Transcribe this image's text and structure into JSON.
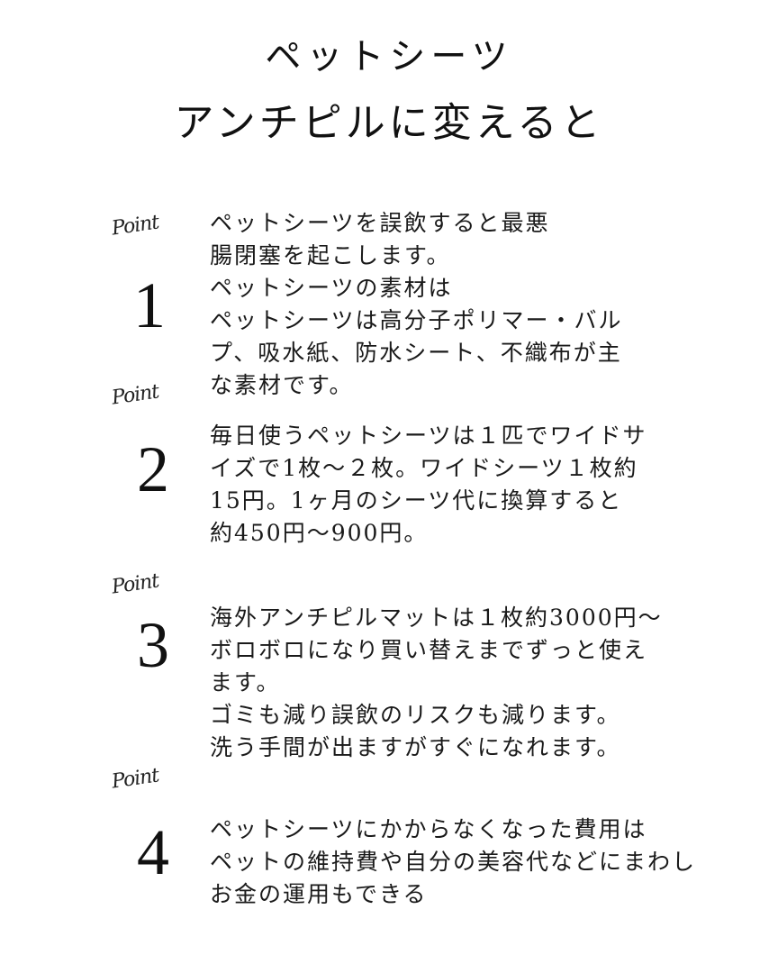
{
  "title": {
    "line1": "ペットシーツ",
    "line2": "アンチピルに変えると"
  },
  "point_label": "Point",
  "points": [
    {
      "number": "1",
      "lines": [
        "ペットシーツを誤飲すると最悪",
        "腸閉塞を起こします。",
        "ペットシーツの素材は",
        "ペットシーツは高分子ポリマー・バル",
        "プ、吸水紙、防水シート、不織布が主",
        "な素材です。"
      ]
    },
    {
      "number": "2",
      "lines": [
        "毎日使うペットシーツは１匹でワイドサ",
        "イズで1枚〜２枚。ワイドシーツ１枚約",
        "15円。1ヶ月のシーツ代に換算すると",
        "約450円〜900円。"
      ]
    },
    {
      "number": "3",
      "lines": [
        "海外アンチピルマットは１枚約3000円〜",
        "ボロボロになり買い替えまでずっと使え",
        "ます。",
        "ゴミも減り誤飲のリスクも減ります。",
        "洗う手間が出ますがすぐになれます。"
      ]
    },
    {
      "number": "4",
      "lines": [
        "ペットシーツにかからなくなった費用は",
        "ペットの維持費や自分の美容代などにまわし",
        "お金の運用もできる"
      ]
    }
  ]
}
